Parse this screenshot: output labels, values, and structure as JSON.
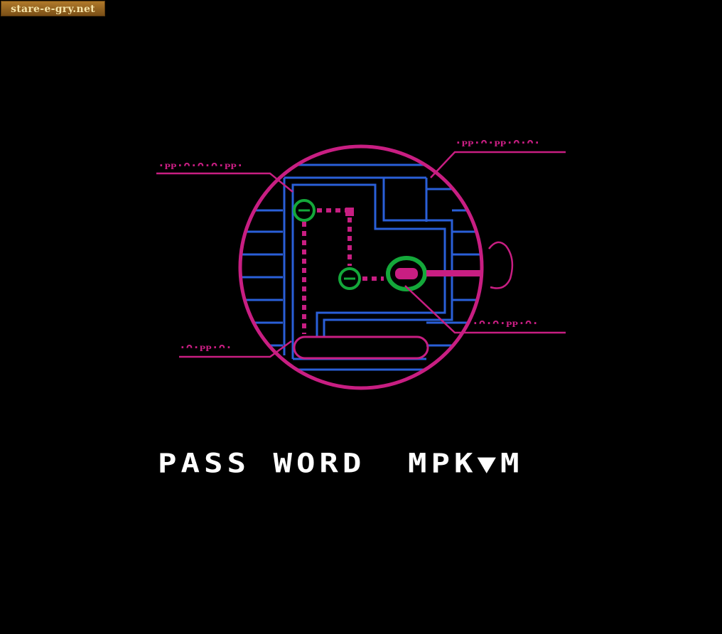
{
  "watermark": {
    "text": "stare-e-gry.net"
  },
  "password": {
    "label": "PASS WORD",
    "code": "MPK▼M"
  },
  "colors": {
    "background": "#000000",
    "magenta": "#c81e82",
    "blue": "#2a5fd8",
    "green": "#14a83a",
    "white": "#ffffff"
  },
  "callouts": [
    {
      "id": "top-left",
      "glyphs": "·ᴘᴘ·ᴖ·ᴖ·ᴖ·ᴘᴘ·"
    },
    {
      "id": "top-right",
      "glyphs": "·ᴘᴘ·ᴖ·ᴘᴘ·ᴖ·ᴖ·"
    },
    {
      "id": "bottom-right",
      "glyphs": "·ᴖ·ᴖ·ᴘᴘ·ᴖ·"
    },
    {
      "id": "bottom-left",
      "glyphs": "·ᴖ·ᴘᴘ·ᴖ·"
    }
  ]
}
